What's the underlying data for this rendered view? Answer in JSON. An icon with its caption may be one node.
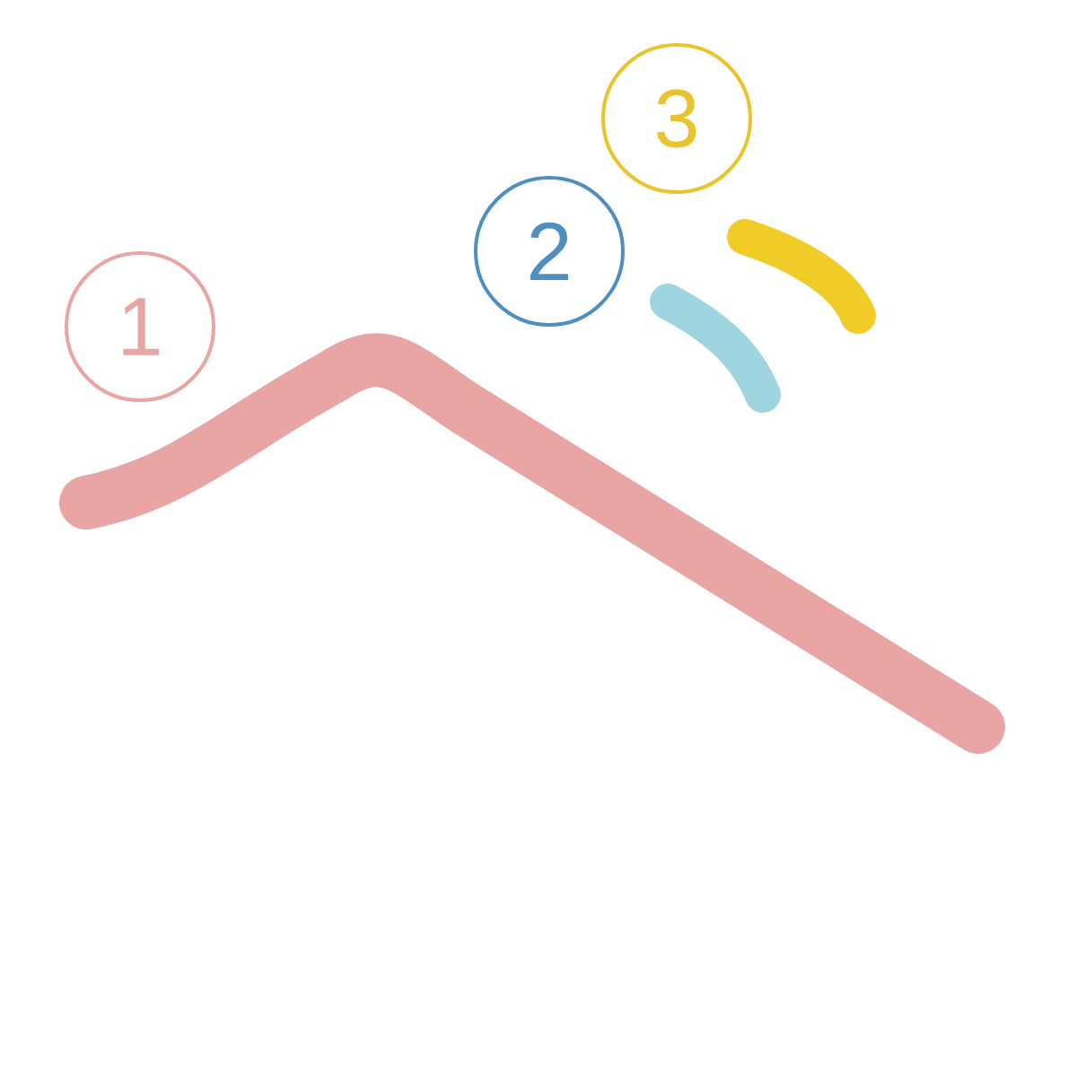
{
  "diagram": {
    "nodes": [
      {
        "text": [
          "1"
        ]
      },
      {
        "text": [
          "2"
        ]
      },
      {
        "text": [
          "3"
        ]
      }
    ]
  }
}
